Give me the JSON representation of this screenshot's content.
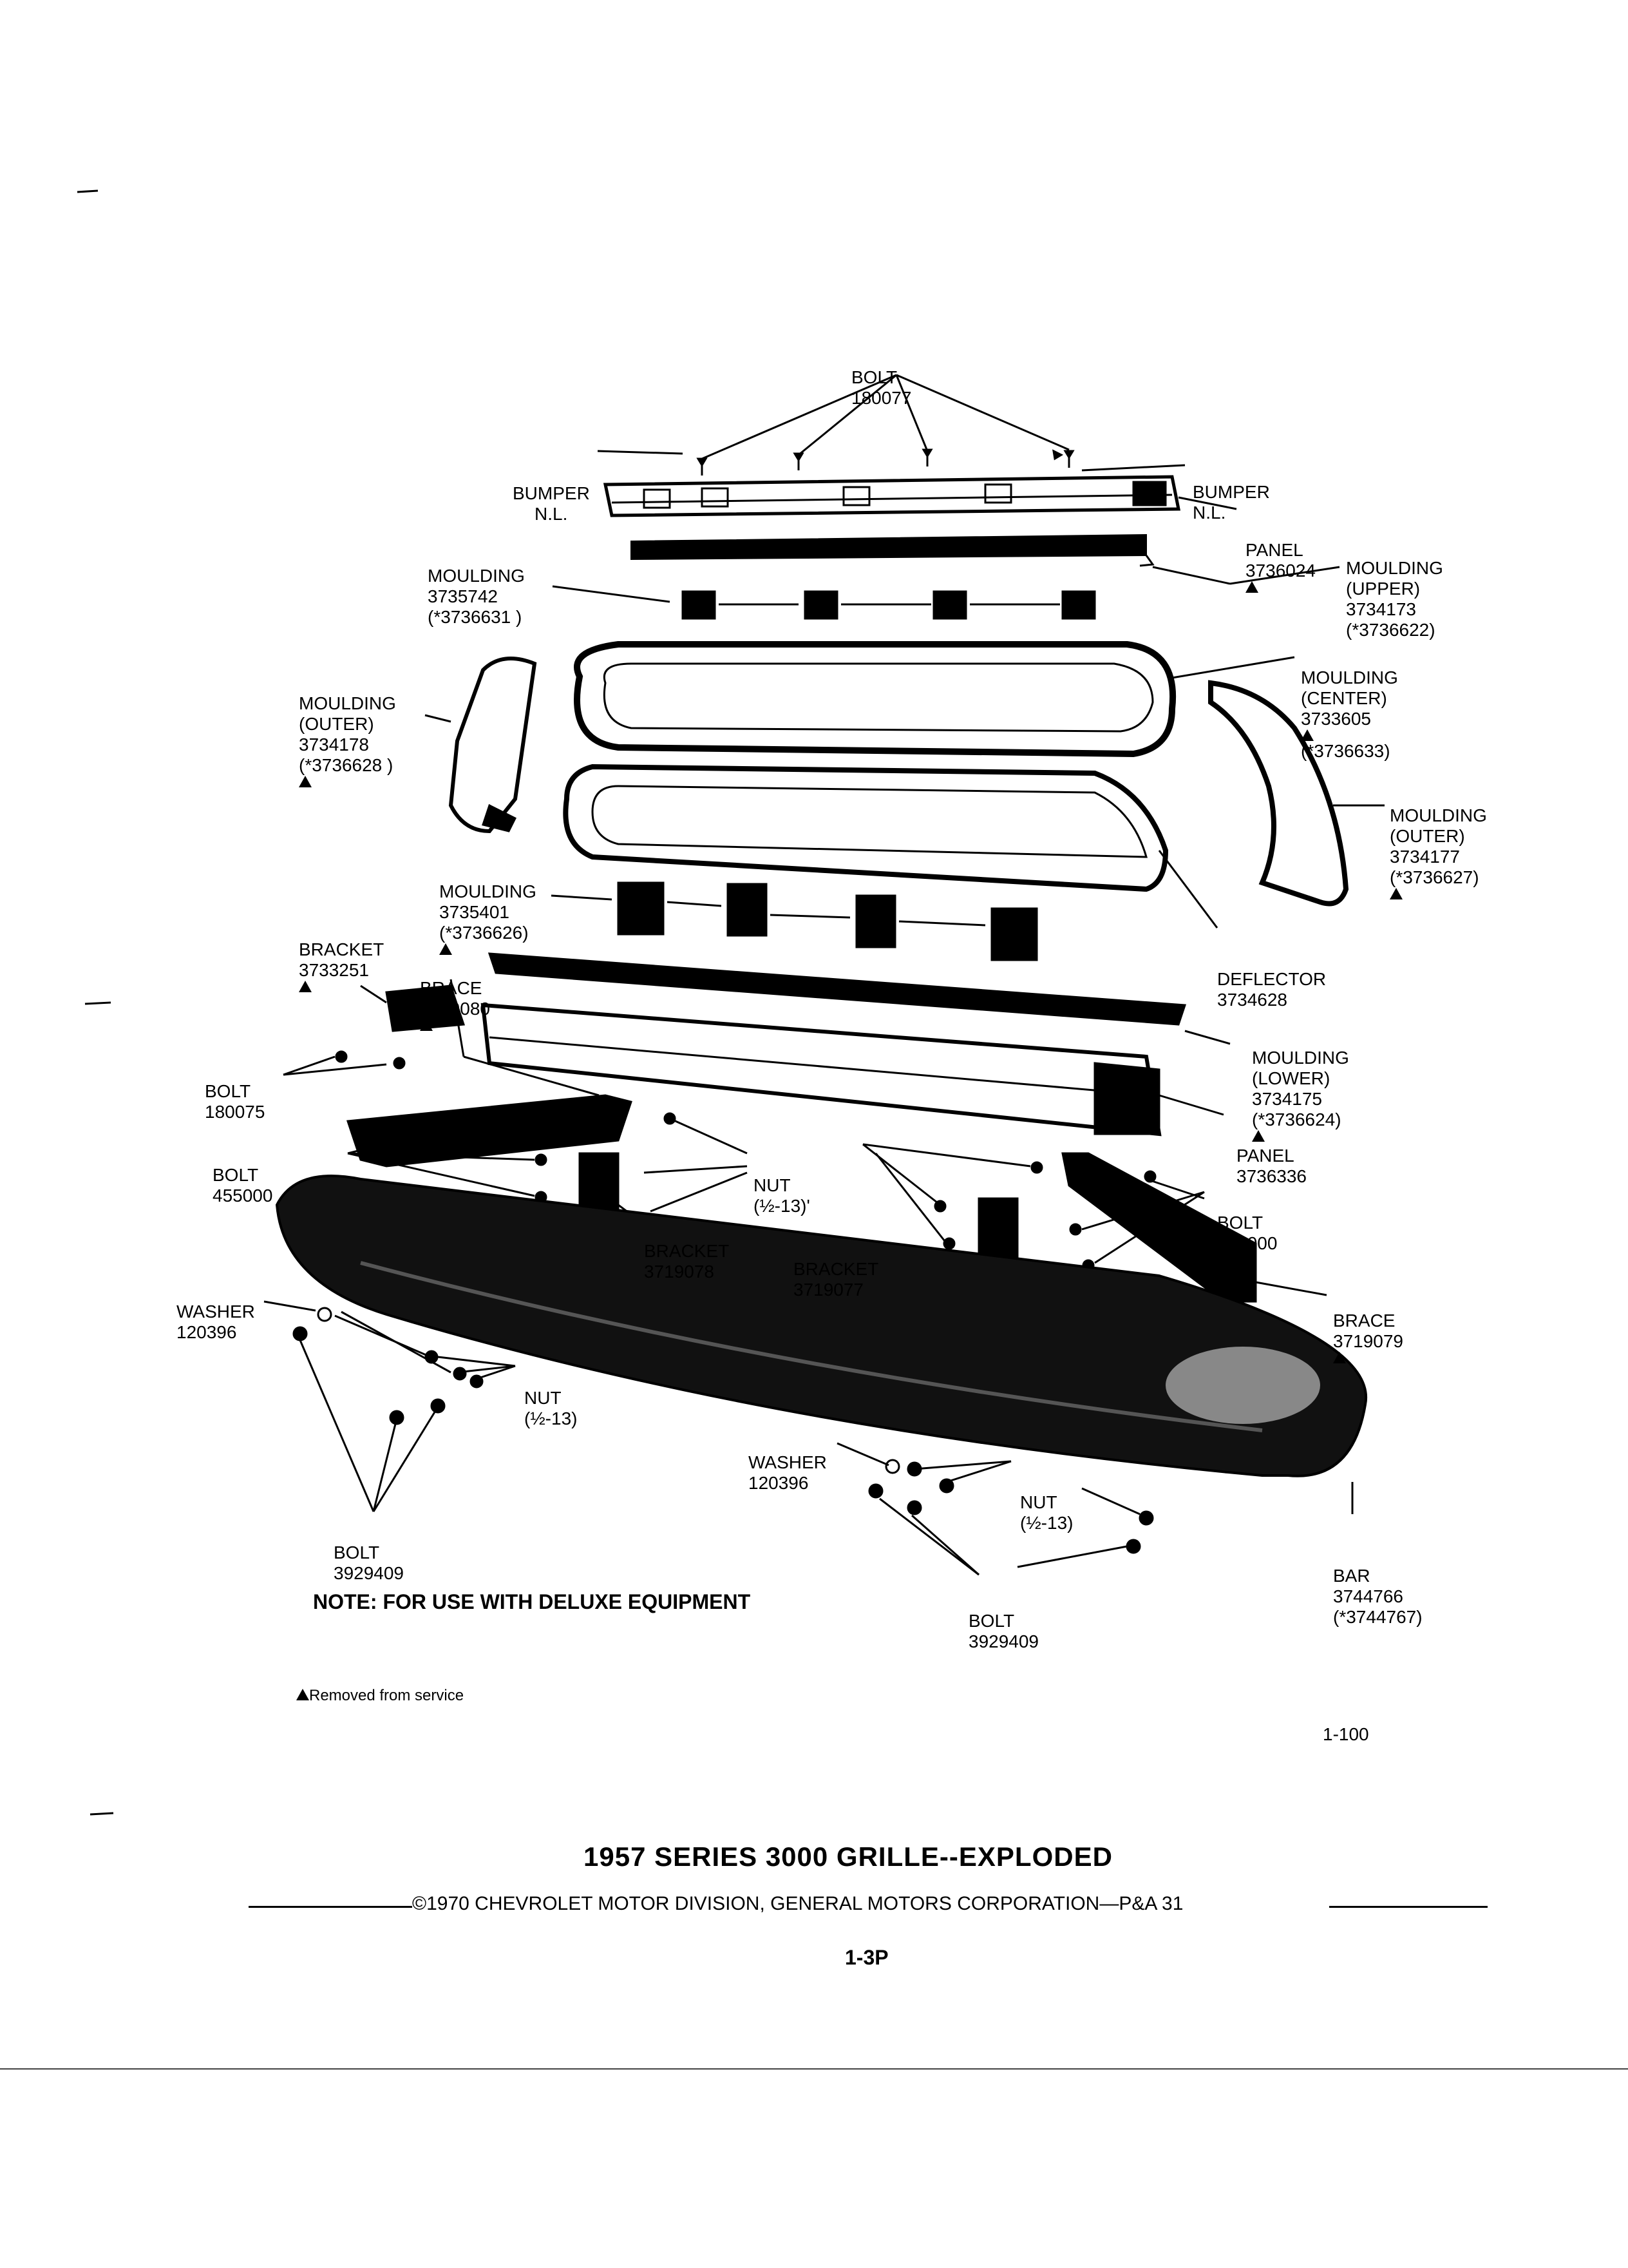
{
  "labels": {
    "bolt_top": [
      "BOLT",
      "180077"
    ],
    "bumper_left": [
      "BUMPER",
      "N.L."
    ],
    "bumper_right": [
      "BUMPER",
      "N.L."
    ],
    "panel_top": [
      "PANEL",
      "3736024"
    ],
    "moulding_upper": [
      "MOULDING",
      "(UPPER)",
      "3734173",
      "(*3736622)"
    ],
    "moulding_3735742": [
      "MOULDING",
      "3735742",
      "(*3736631 )"
    ],
    "moulding_center": [
      "MOULDING",
      "(CENTER)",
      "3733605",
      "(*3736633)"
    ],
    "moulding_outer_left": [
      "MOULDING",
      "(OUTER)",
      "3734178",
      "(*3736628 )"
    ],
    "moulding_outer_right": [
      "MOULDING",
      "(OUTER)",
      "3734177",
      "(*3736627)"
    ],
    "moulding_3735401": [
      "MOULDING",
      "3735401",
      "(*3736626)"
    ],
    "bracket_3733251": [
      "BRACKET",
      "3733251"
    ],
    "brace_3719080": [
      "BRACE",
      "3719080"
    ],
    "deflector": [
      "DEFLECTOR",
      "3734628"
    ],
    "moulding_lower": [
      "MOULDING",
      "(LOWER)",
      "3734175",
      "(*3736624)"
    ],
    "bolt_180075": [
      "BOLT",
      "180075"
    ],
    "panel_3736336": [
      "PANEL",
      "3736336"
    ],
    "bolt_455000_left": [
      "BOLT",
      "455000"
    ],
    "nut_center": [
      "NUT",
      "(½-13)'"
    ],
    "bolt_455000_right": [
      "BOLT",
      "455000"
    ],
    "bracket_3719078": [
      "BRACKET",
      "3719078"
    ],
    "bracket_3719077": [
      "BRACKET",
      "3719077"
    ],
    "washer_left": [
      "WASHER",
      "120396"
    ],
    "brace_3719079": [
      "BRACE",
      "3719079"
    ],
    "nut_left": [
      "NUT",
      "(½-13)"
    ],
    "washer_right": [
      "WASHER",
      "120396"
    ],
    "nut_right": [
      "NUT",
      "(½-13)"
    ],
    "bolt_3929409_left": [
      "BOLT",
      "3929409"
    ],
    "bar": [
      "BAR",
      "3744766",
      "(*3744767)"
    ],
    "bolt_3929409_right": [
      "BOLT",
      "3929409"
    ]
  },
  "note": "NOTE: FOR USE WITH DELUXE EQUIPMENT",
  "legend": "Removed from service",
  "figure_number": "1-100",
  "title": "1957 SERIES 3000 GRILLE--EXPLODED",
  "copyright": "©1970 CHEVROLET MOTOR DIVISION, GENERAL MOTORS CORPORATION—P&A 31",
  "page_number": "1-3P"
}
